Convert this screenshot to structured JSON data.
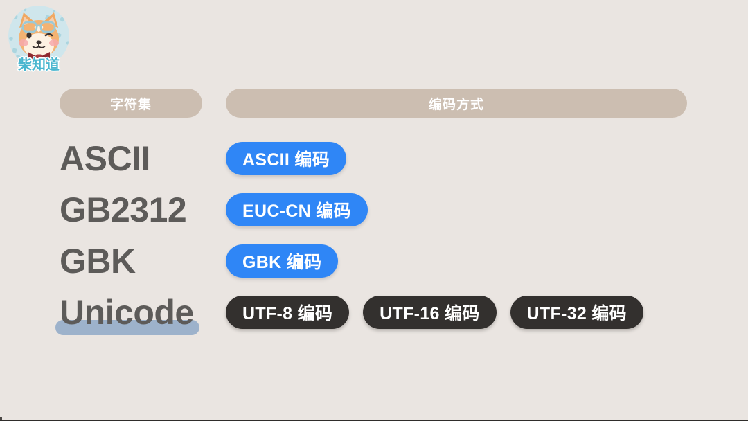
{
  "page": {
    "background_color": "#eae5e1",
    "bottom_border_color": "#2f2d2b"
  },
  "logo": {
    "name": "shiba-inu-avatar",
    "brand_text": "柴知道",
    "alt": "戴眼镜与领结的柴犬头像标志"
  },
  "header": {
    "charset_label": "字符集",
    "encoding_label": "编码方式",
    "pill_color": "#ccbeb1",
    "text_color": "#ffffff"
  },
  "table": {
    "rows": [
      {
        "charset": "ASCII",
        "highlighted": false,
        "encodings": [
          {
            "label": "ASCII 编码",
            "style": "blue"
          }
        ]
      },
      {
        "charset": "GB2312",
        "highlighted": false,
        "encodings": [
          {
            "label": "EUC-CN 编码",
            "style": "blue"
          }
        ]
      },
      {
        "charset": "GBK",
        "highlighted": false,
        "encodings": [
          {
            "label": "GBK 编码",
            "style": "blue"
          }
        ]
      },
      {
        "charset": "Unicode",
        "highlighted": true,
        "encodings": [
          {
            "label": "UTF-8 编码",
            "style": "dark"
          },
          {
            "label": "UTF-16 编码",
            "style": "dark"
          },
          {
            "label": "UTF-32 编码",
            "style": "dark"
          }
        ]
      }
    ]
  },
  "colors": {
    "charset_text": "#5d5b59",
    "highlight_bar": "#9db2cb",
    "pill_blue": "#2f86f6",
    "pill_dark": "#33302e"
  }
}
